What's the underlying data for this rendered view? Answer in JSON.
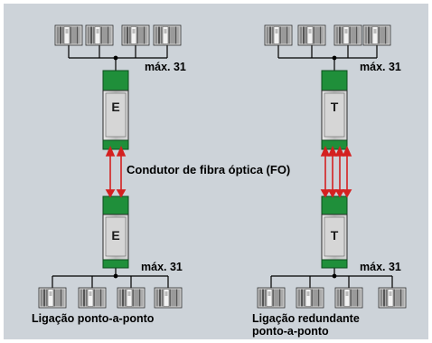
{
  "labels": {
    "max_left_top": "máx. 31",
    "max_right_top": "máx. 31",
    "max_left_bottom": "máx. 31",
    "max_right_bottom": "máx. 31",
    "fiber": "Condutor de fibra óptica (FO)",
    "caption_left": "Ligação ponto-a-ponto",
    "caption_right_line1": "Ligação redundante",
    "caption_right_line2": "ponto-a-ponto"
  },
  "devices": {
    "left_top": "E",
    "left_bottom": "E",
    "right_top": "T",
    "right_bottom": "T"
  },
  "colors": {
    "panel": "#cdd3d9",
    "module_green": "#1f8f3a",
    "module_body": "#d3d5d6",
    "fiber": "#d42020",
    "line": "#000000"
  }
}
